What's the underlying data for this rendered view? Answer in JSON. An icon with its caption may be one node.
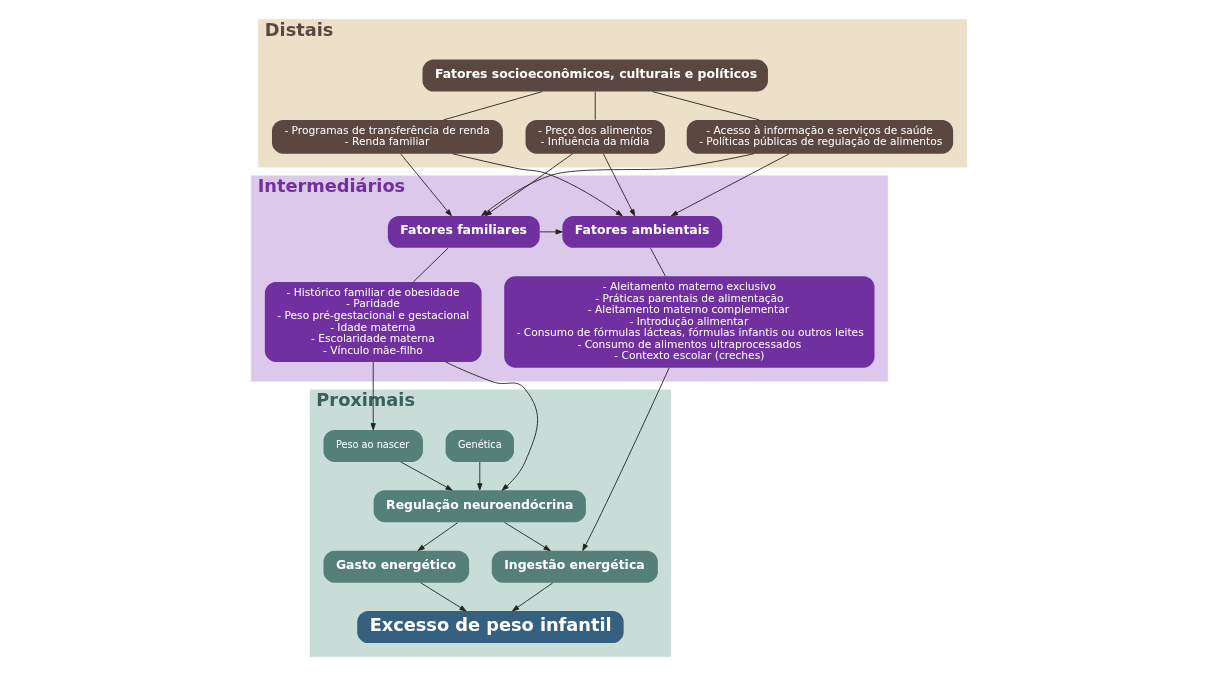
{
  "diagram": {
    "nodes": [
      {
        "text": [
          "Distais"
        ]
      },
      {
        "text": [
          "Fatores socioeconômicos, culturais e políticos"
        ],
        "in": 0
      },
      {
        "text": [
          "- Acesso à informação e serviços de saúde",
          "- Políticas públicas de regulação de alimentos"
        ],
        "in": 0
      },
      {
        "text": [
          "- Programas de transferência de renda",
          "- Renda familiar"
        ],
        "in": 0
      },
      {
        "text": [
          "- Preço dos alimentos",
          "- Influência da mídia"
        ],
        "in": 0
      },
      {
        "text": [
          "Intermediários"
        ]
      },
      {
        "text": [
          "Fatores familiares"
        ],
        "in": 5
      },
      {
        "text": [
          "- Histórico familiar de obesidade",
          "- Paridade",
          "- Peso pré-gestacional e gestacional",
          "- Idade materna",
          "- Escolaridade materna",
          "- Vínculo mãe-filho"
        ],
        "in": 5
      },
      {
        "text": [
          "Fatores ambientais"
        ],
        "in": 5
      },
      {
        "text": [
          "- Aleitamento materno exclusivo",
          "- Práticas parentais de alimentação",
          "- Aleitamento materno complementar",
          "- Introdução alimentar",
          "- Consumo de fórmulas lácteas, fórmulas infantis ou outros leites",
          "- Consumo de alimentos ultraprocessados",
          "- Contexto escolar (creches)"
        ],
        "in": 5
      },
      {
        "text": [
          "Proximais"
        ]
      },
      {
        "text": [
          "Genética"
        ],
        "in": 10
      },
      {
        "text": [
          "Peso ao nascer"
        ],
        "in": 10
      },
      {
        "text": [
          "Regulação neuroendócrina"
        ],
        "in": 10
      },
      {
        "text": [
          "Gasto energético"
        ],
        "in": 10
      },
      {
        "text": [
          "Ingestão energética"
        ],
        "in": 10
      },
      {
        "text": [
          "Excesso de peso infantil"
        ],
        "in": 10
      }
    ],
    "edges": [
      {
        "from": 1,
        "to": 2,
        "arrow": "none"
      },
      {
        "from": 1,
        "to": 3,
        "arrow": "none"
      },
      {
        "from": 1,
        "to": 4,
        "arrow": "none"
      },
      {
        "from": 2,
        "to": 6,
        "arrow": "to"
      },
      {
        "from": 2,
        "to": 8,
        "arrow": "to"
      },
      {
        "from": 3,
        "to": 6,
        "arrow": "to"
      },
      {
        "from": 3,
        "to": 8,
        "arrow": "to"
      },
      {
        "from": 4,
        "to": 6,
        "arrow": "to"
      },
      {
        "from": 4,
        "to": 8,
        "arrow": "to"
      },
      {
        "from": 6,
        "to": 8,
        "arrow": "to"
      },
      {
        "from": 6,
        "to": 7,
        "arrow": "none"
      },
      {
        "from": 8,
        "to": 9,
        "arrow": "none"
      },
      {
        "from": 7,
        "to": 13,
        "arrow": "to"
      },
      {
        "from": 7,
        "to": 12,
        "arrow": "to"
      },
      {
        "from": 9,
        "to": 15,
        "arrow": "to"
      },
      {
        "from": 11,
        "to": 13,
        "arrow": "to"
      },
      {
        "from": 12,
        "to": 13,
        "arrow": "to"
      },
      {
        "from": 13,
        "to": 14,
        "arrow": "to"
      },
      {
        "from": 13,
        "to": 15,
        "arrow": "to"
      },
      {
        "from": 14,
        "to": 16,
        "arrow": "to"
      },
      {
        "from": 15,
        "to": 16,
        "arrow": "to"
      }
    ]
  }
}
